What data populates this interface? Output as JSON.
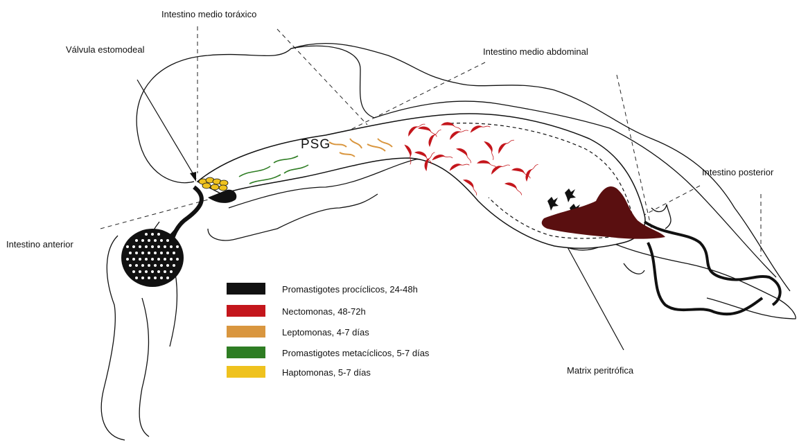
{
  "labels": {
    "midgut_thoracic": "Intestino medio toráxico",
    "stomodeal_valve": "Válvula estomodeal",
    "midgut_abdominal": "Intestino medio abdominal",
    "hindgut": "Intestino posterior",
    "foregut": "Intestino anterior",
    "peritrophic_matrix": "Matrix peritrófica",
    "psg": "PSG"
  },
  "legend": [
    {
      "label": "Promastigotes procíclicos, 24-48h",
      "color": "#111111"
    },
    {
      "label": "Nectomonas, 48-72h",
      "color": "#c4161c"
    },
    {
      "label": "Leptomonas, 4-7 días",
      "color": "#d9963f"
    },
    {
      "label": "Promastigotes metacíclicos, 5-7 días",
      "color": "#2e7d23"
    },
    {
      "label": "Haptomonas, 5-7 días",
      "color": "#efc21e"
    }
  ],
  "colors": {
    "outline": "#111111",
    "procyclic": "#111111",
    "nectomonad": "#c4161c",
    "leptomonad": "#d9963f",
    "metacyclic": "#2e7d23",
    "haptomonad": "#efc21e",
    "blood_meal": "#5a0f10"
  }
}
